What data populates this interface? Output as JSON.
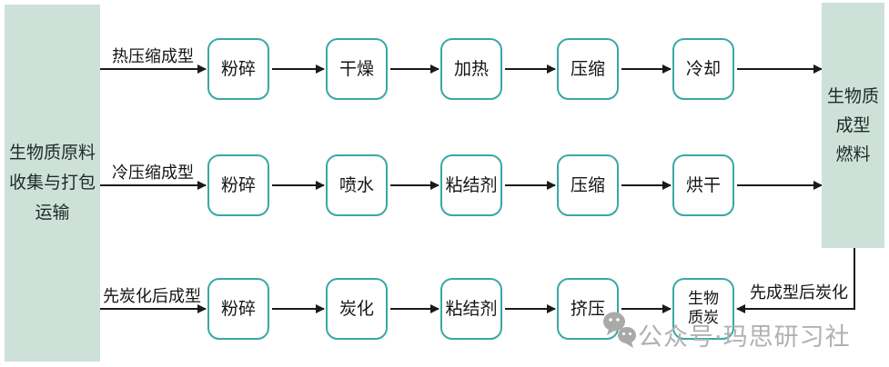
{
  "source_panel": {
    "lines": [
      "生物质原料",
      "收集与打包",
      "运输"
    ]
  },
  "product_panel": {
    "lines": [
      "生物质",
      "成型",
      "燃料"
    ]
  },
  "branches": [
    {
      "label": "热压缩成型",
      "steps": [
        "粉碎",
        "干燥",
        "加热",
        "压缩",
        "冷却"
      ]
    },
    {
      "label": "冷压缩成型",
      "steps": [
        "粉碎",
        "喷水",
        "粘结剂",
        "压缩",
        "烘干"
      ]
    },
    {
      "label": "先炭化后成型",
      "steps": [
        "粉碎",
        "炭化",
        "粘结剂",
        "挤压"
      ],
      "result_box": {
        "lines": [
          "生物",
          "质炭"
        ]
      },
      "return_flow_label": "先成型后炭化"
    }
  ],
  "watermark": {
    "icon": "wechat-icon",
    "text": "公众号·玛思研习社"
  },
  "colors": {
    "box_border_teal": "#39a8a5",
    "panel_green": "#cde1d9",
    "flow_line": "#1a1a1a",
    "watermark_gray": "#b1b1b1"
  }
}
